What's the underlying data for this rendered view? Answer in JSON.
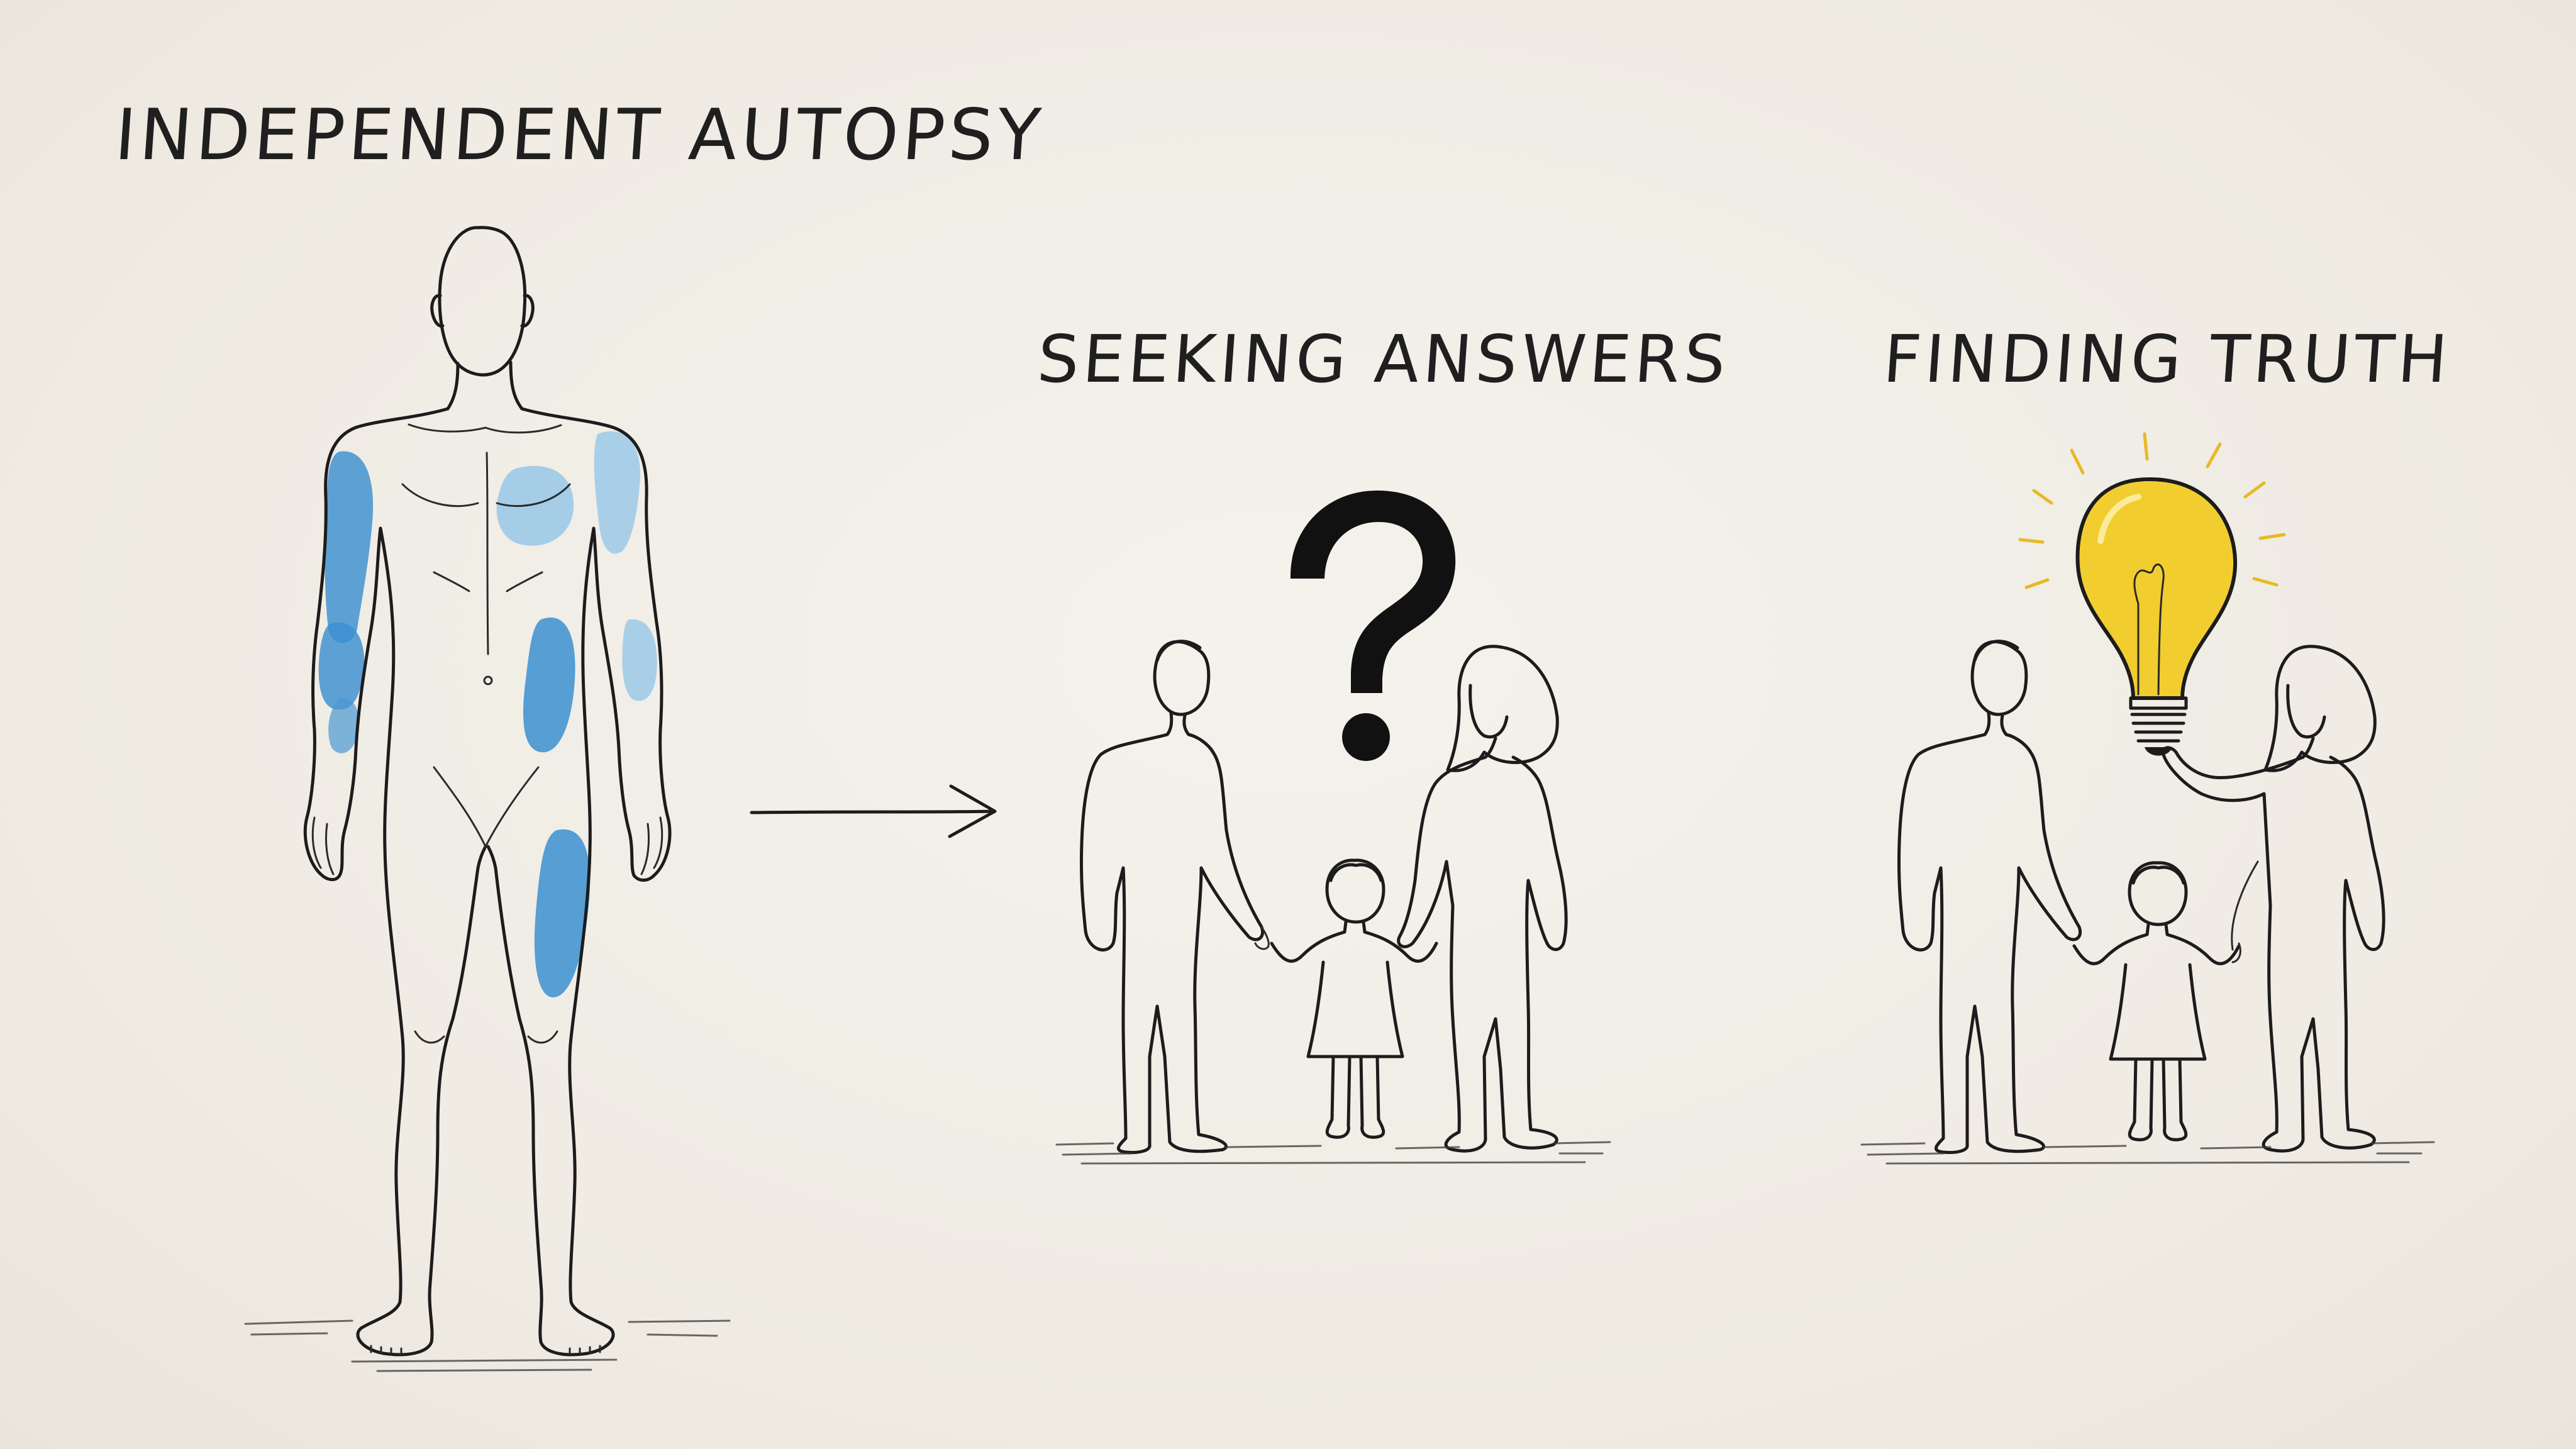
{
  "panels": {
    "autopsy": {
      "title": "INDEPENDENT AUTOPSY"
    },
    "seeking": {
      "title": "SEEKING ANSWERS"
    },
    "finding": {
      "title": "FINDING TRUTH"
    }
  },
  "symbols": {
    "question_mark": "?",
    "connector": "arrow-right-icon",
    "insight": "light-bulb-icon"
  },
  "colors": {
    "bruise_dark": "#3b8fd0",
    "bruise_light": "#9cc9e8",
    "bulb_yellow": "#f2cd2f",
    "ink": "#1c1c1c",
    "paper": "#f1eee7"
  }
}
